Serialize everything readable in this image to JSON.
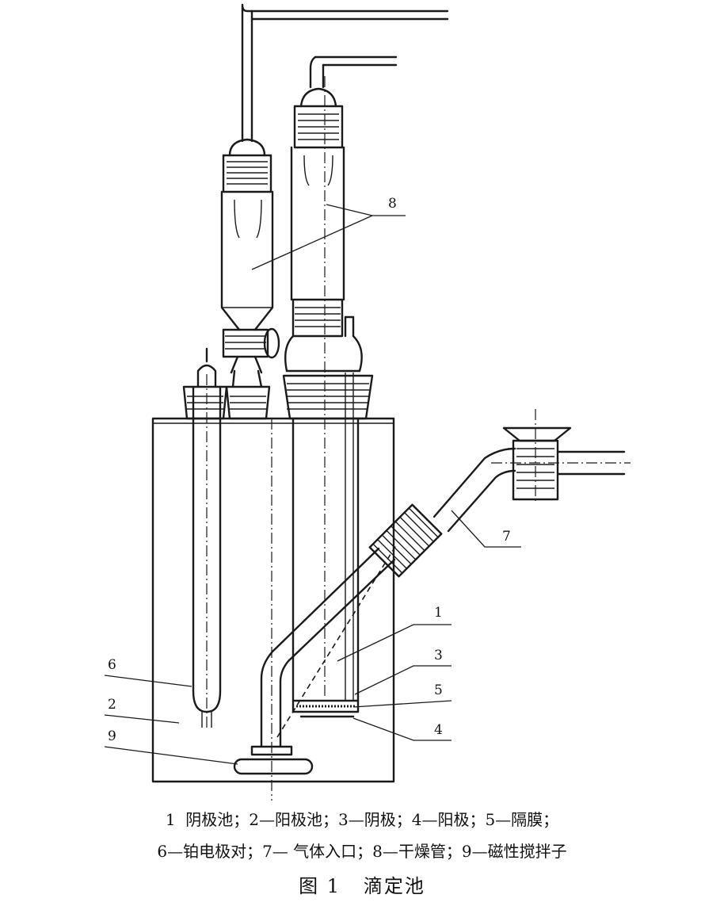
{
  "labels": {
    "l1": "1",
    "l2": "2",
    "l3": "3",
    "l4": "4",
    "l5": "5",
    "l6": "6",
    "l7": "7",
    "l8": "8",
    "l9": "9"
  },
  "caption": {
    "legend_line1": "1  阴极池；2—阳极池；3—阴极；4—阳极；5—隔膜；",
    "legend_line2": "6—铂电极对；7— 气体入口；8—干燥管；9—磁性搅拌子",
    "figure_title": "图 1   滴定池"
  }
}
